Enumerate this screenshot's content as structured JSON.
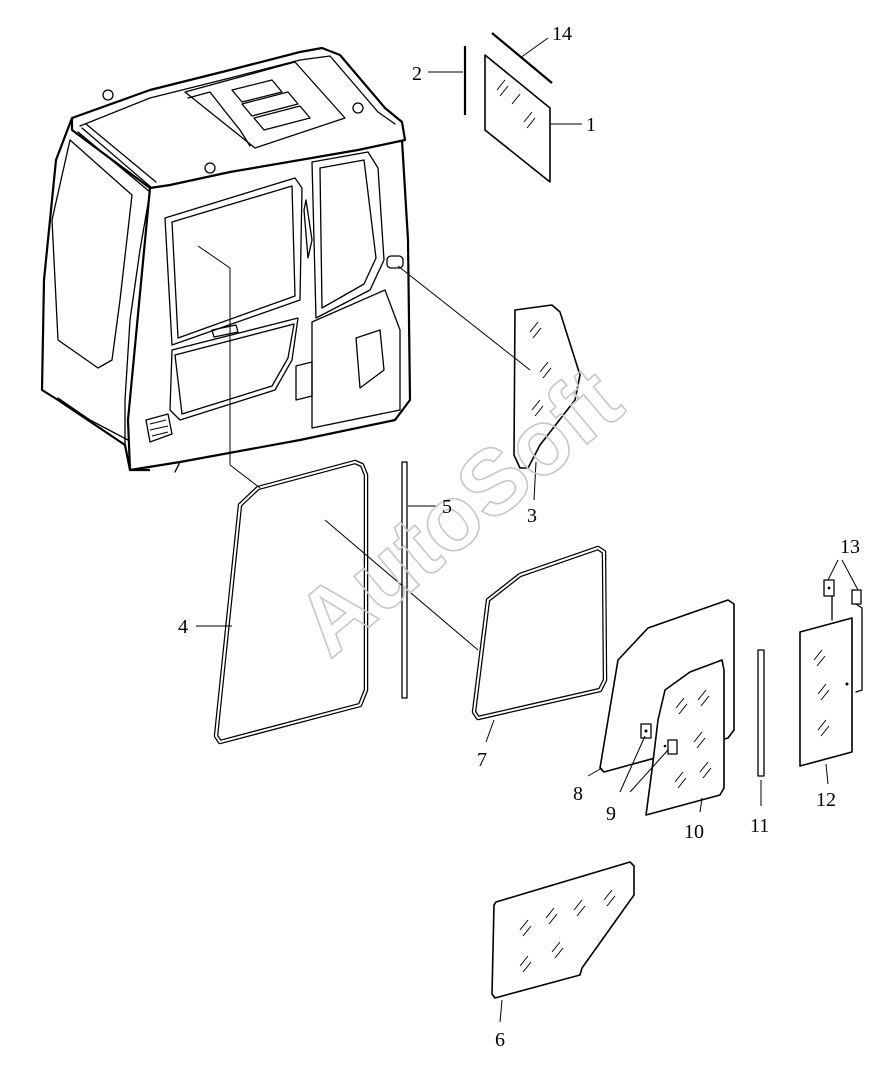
{
  "watermark": "AutoSoft",
  "callouts": {
    "c1": "1",
    "c2": "2",
    "c3": "3",
    "c4": "4",
    "c5": "5",
    "c6": "6",
    "c7": "7",
    "c8": "8",
    "c9": "9",
    "c10": "10",
    "c11": "11",
    "c12": "12",
    "c13": "13",
    "c14": "14"
  }
}
